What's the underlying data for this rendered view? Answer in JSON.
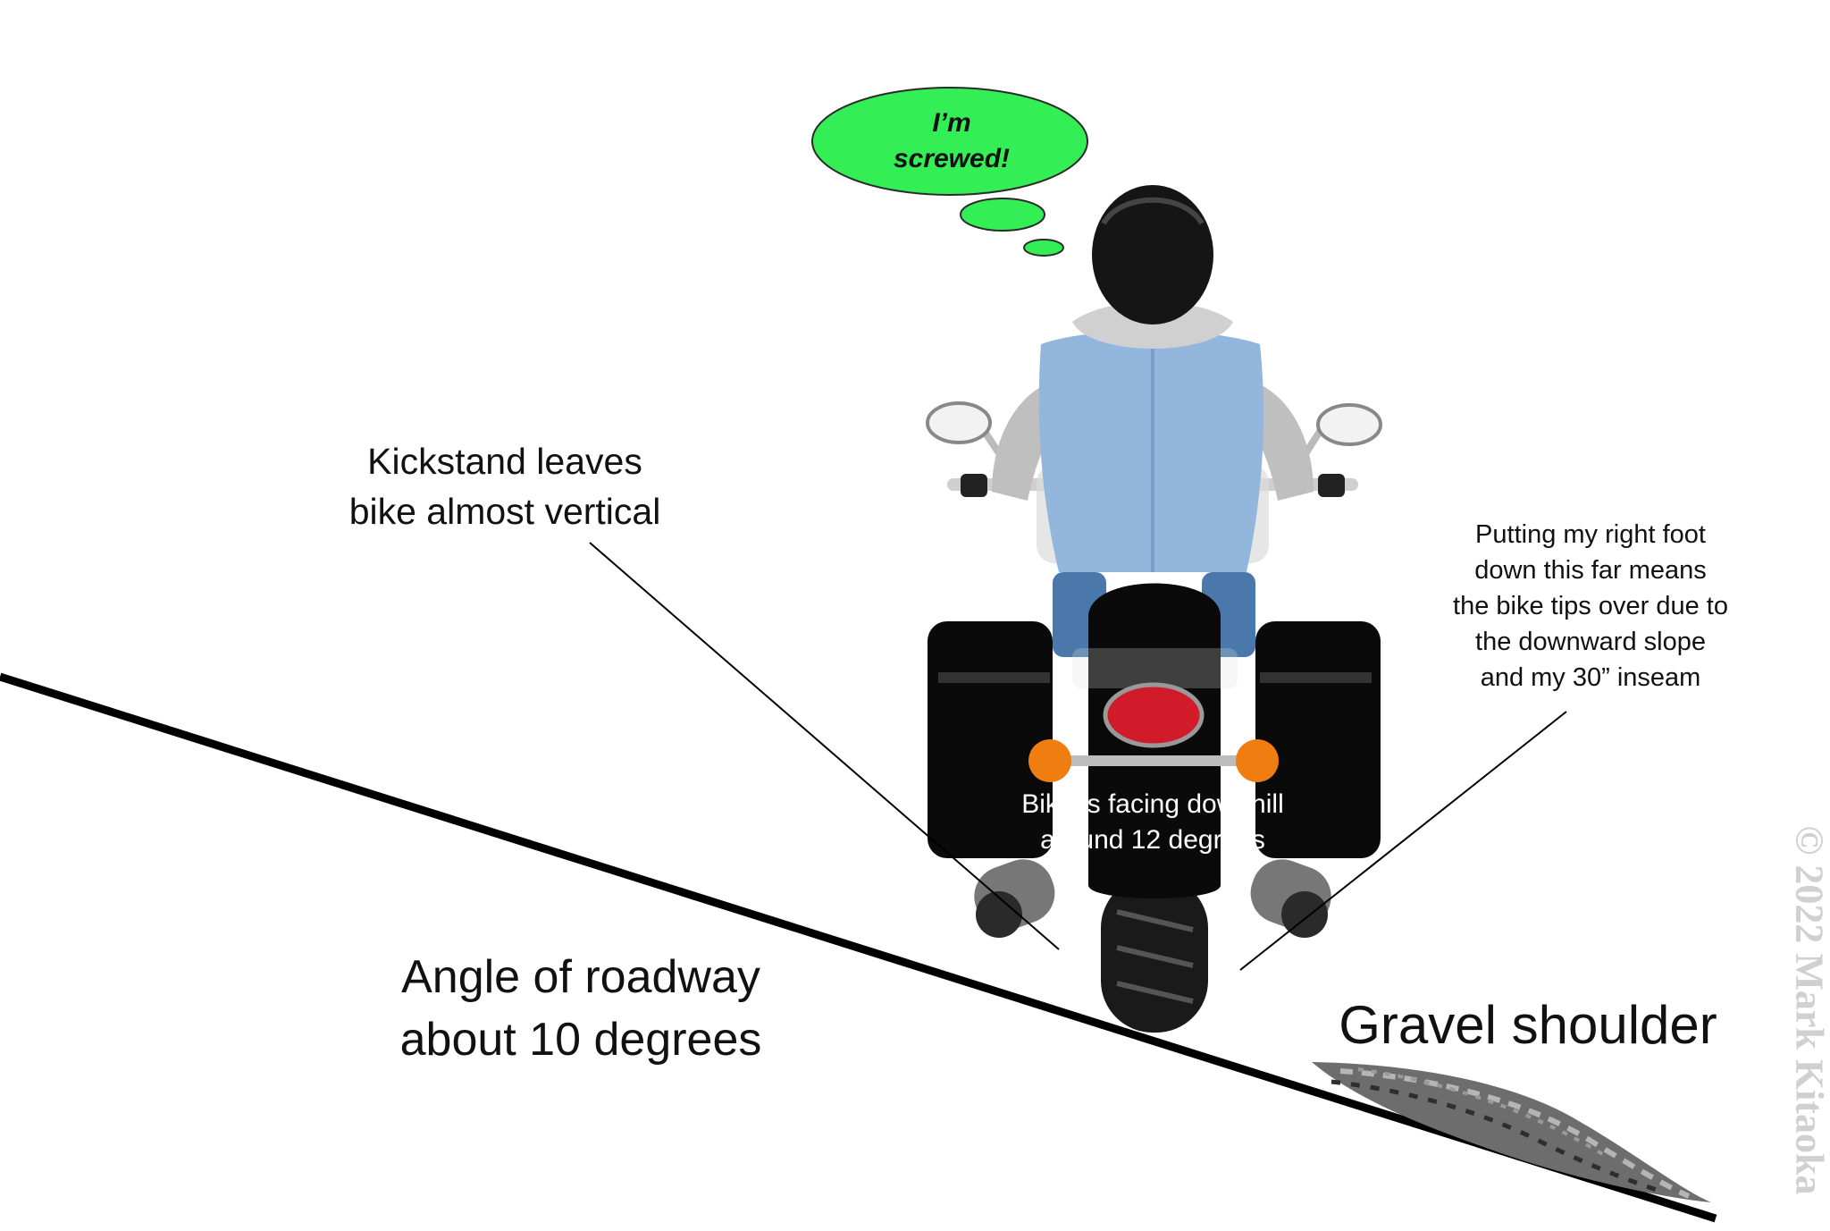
{
  "thought_bubble": {
    "text": "I’m\nscrewed!",
    "color": "#33ee55"
  },
  "labels": {
    "kickstand": "Kickstand leaves\nbike almost vertical",
    "right_foot": "Putting my right foot\ndown this far means\nthe bike tips over due to\nthe downward slope\nand my 30” inseam",
    "facing": "Bike is facing downhill\naround 12 degrees",
    "roadway": "Angle of roadway\nabout 10 degrees",
    "gravel": "Gravel shoulder"
  },
  "copyright": "© 2022 Mark Kitaoka",
  "colors": {
    "road_line": "#000000",
    "vest": "#93b6dc",
    "hoodie": "#c8c8c8",
    "helmet": "#151515",
    "bike": "#0a0a0a",
    "turn_signal": "#f07d10",
    "tail_light": "#d11a2a",
    "jeans": "#4a78aa"
  }
}
